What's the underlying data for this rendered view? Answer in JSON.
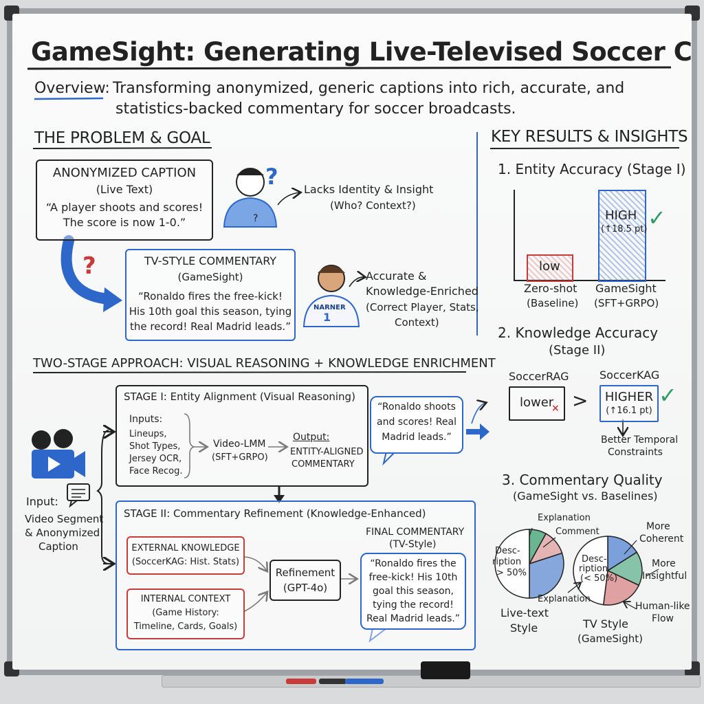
{
  "title": "GameSight: Generating Live-Televised Soccer Commentary",
  "overview": {
    "label": "Overview:",
    "line1": "Transforming anonymized, generic captions into rich, accurate, and",
    "line2": "statistics-backed commentary for soccer broadcasts."
  },
  "problem": {
    "header": "THE PROBLEM & GOAL",
    "anon_title": "ANONYMIZED CAPTION",
    "anon_sub": "(Live Text)",
    "anon_quote1": "“A player shoots and scores!",
    "anon_quote2": "The score is now 1-0.”",
    "q_mark": "?",
    "lacks1": "Lacks Identity & Insight",
    "lacks2": "(Who? Context?)",
    "tv_title": "TV-STYLE COMMENTARY",
    "tv_sub": "(GameSight)",
    "tv_quote1": "“Ronaldo fires the free-kick!",
    "tv_quote2": "His 10th goal this season, tying",
    "tv_quote3": "the record! Real Madrid leads.”",
    "jersey_name": "NARNER",
    "jersey_num": "1",
    "acc1": "Accurate &",
    "acc2": "Knowledge-Enriched",
    "acc3": "(Correct Player, Stats,",
    "acc4": "Context)"
  },
  "approach": {
    "header": "TWO-STAGE APPROACH: VISUAL REASONING + KNOWLEDGE ENRICHMENT",
    "input_label": "Input:",
    "input1": "Video Segment",
    "input2": "& Anonymized",
    "input3": "Caption",
    "stage1": {
      "title": "STAGE I: Entity Alignment (Visual Reasoning)",
      "inputs_label": "Inputs:",
      "inputs": [
        "Lineups,",
        "Shot Types,",
        "Jersey OCR,",
        "Face Recog."
      ],
      "model1": "Video-LMM",
      "model2": "(SFT+GRPO)",
      "output_label": "Output:",
      "output1": "ENTITY-ALIGNED",
      "output2": "COMMENTARY",
      "bubble1": "“Ronaldo shoots",
      "bubble2": "and scores! Real",
      "bubble3": "Madrid leads.”"
    },
    "stage2": {
      "title": "STAGE II: Commentary Refinement (Knowledge-Enhanced)",
      "ext1": "EXTERNAL KNOWLEDGE",
      "ext2": "(SoccerKAG: Hist. Stats)",
      "int1": "INTERNAL CONTEXT",
      "int2": "(Game History:",
      "int3": "Timeline, Cards, Goals)",
      "ref1": "Refinement",
      "ref2": "(GPT-4o)",
      "final1": "FINAL COMMENTARY",
      "final2": "(TV-Style)",
      "fq1": "“Ronaldo fires the",
      "fq2": "free-kick! His 10th",
      "fq3": "goal this season,",
      "fq4": "tying the record!",
      "fq5": "Real Madrid leads.”"
    }
  },
  "results": {
    "header": "KEY RESULTS & INSIGHTS",
    "r1_title": "1. Entity Accuracy (Stage I)",
    "r1_chart": {
      "type": "bar",
      "categories": [
        "Zero-shot (Baseline)",
        "GameSight (SFT+GRPO)"
      ],
      "bar_labels": [
        "low",
        "HIGH"
      ],
      "relative_heights": [
        0.27,
        1.0
      ],
      "gain": "(↑18.5 pt)"
    },
    "r1_cat1a": "Zero-shot",
    "r1_cat1b": "(Baseline)",
    "r1_cat2a": "GameSight",
    "r1_cat2b": "(SFT+GRPO)",
    "r2_title1": "2. Knowledge Accuracy",
    "r2_title2": "(Stage II)",
    "r2_left_name": "SoccerRAG",
    "r2_left_val": "lower",
    "r2_x": "×",
    "r2_gt": ">",
    "r2_right_name": "SoccerKAG",
    "r2_right_val": "HIGHER",
    "r2_gain": "(↑16.1 pt)",
    "r2_note1": "Better Temporal",
    "r2_note2": "Constraints",
    "r3_title1": "3. Commentary Quality",
    "r3_title2": "(GameSight vs. Baselines)",
    "pie_left": {
      "labels": [
        "Explanation",
        "Comment",
        "Desc-",
        "ription",
        "> 50%",
        "Explanation"
      ],
      "name1": "Live-text",
      "name2": "Style"
    },
    "pie_right": {
      "labels": [
        "More",
        "Coherent",
        "More",
        "Insightful",
        "Desc-",
        "ription",
        "(< 50%)",
        "Human-like",
        "Flow"
      ],
      "name1": "TV Style",
      "name2": "(GameSight)"
    },
    "check": "✓",
    "colors": {
      "blue": "#2c67c9",
      "red": "#c83b3b",
      "green": "#2e9b6a",
      "ink": "#222222"
    }
  }
}
